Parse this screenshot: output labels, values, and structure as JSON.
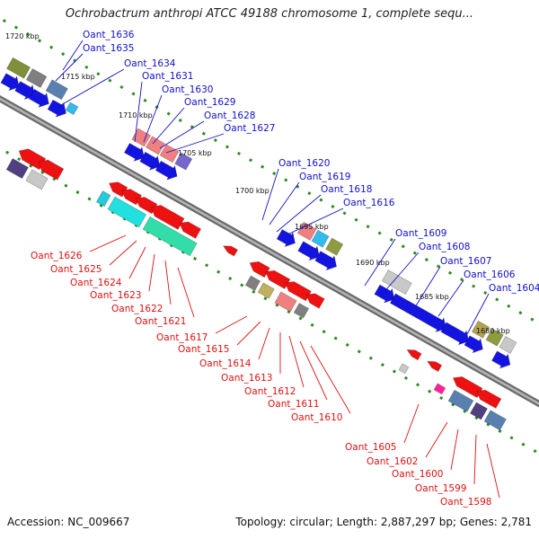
{
  "title": "Ochrobactrum anthropi ATCC 49188 chromosome 1, complete sequ...",
  "footer": {
    "accession": "Accession: NC_009667",
    "stats": "Topology: circular; Length: 2,887,297 bp; Genes: 2,781"
  },
  "colors": {
    "forward_label": "#1010cc",
    "reverse_label": "#dd1111",
    "backbone": "#808080",
    "tick_green": "#2e8b22"
  },
  "kbp_ticks": [
    "1720 kbp",
    "1715 kbp",
    "1710 kbp",
    "1705 kbp",
    "1700 kbp",
    "1695 kbp",
    "1690 kbp",
    "1685 kbp",
    "1680 kbp"
  ],
  "forward_genes": [
    "Oant_1636",
    "Oant_1635",
    "Oant_1634",
    "Oant_1631",
    "Oant_1630",
    "Oant_1629",
    "Oant_1628",
    "Oant_1627",
    "Oant_1620",
    "Oant_1619",
    "Oant_1618",
    "Oant_1616",
    "Oant_1609",
    "Oant_1608",
    "Oant_1607",
    "Oant_1606",
    "Oant_1604"
  ],
  "reverse_genes": [
    "Oant_1626",
    "Oant_1625",
    "Oant_1624",
    "Oant_1623",
    "Oant_1622",
    "Oant_1621",
    "Oant_1617",
    "Oant_1615",
    "Oant_1614",
    "Oant_1613",
    "Oant_1612",
    "Oant_1611",
    "Oant_1610",
    "Oant_1605",
    "Oant_1602",
    "Oant_1600",
    "Oant_1599",
    "Oant_1598"
  ]
}
